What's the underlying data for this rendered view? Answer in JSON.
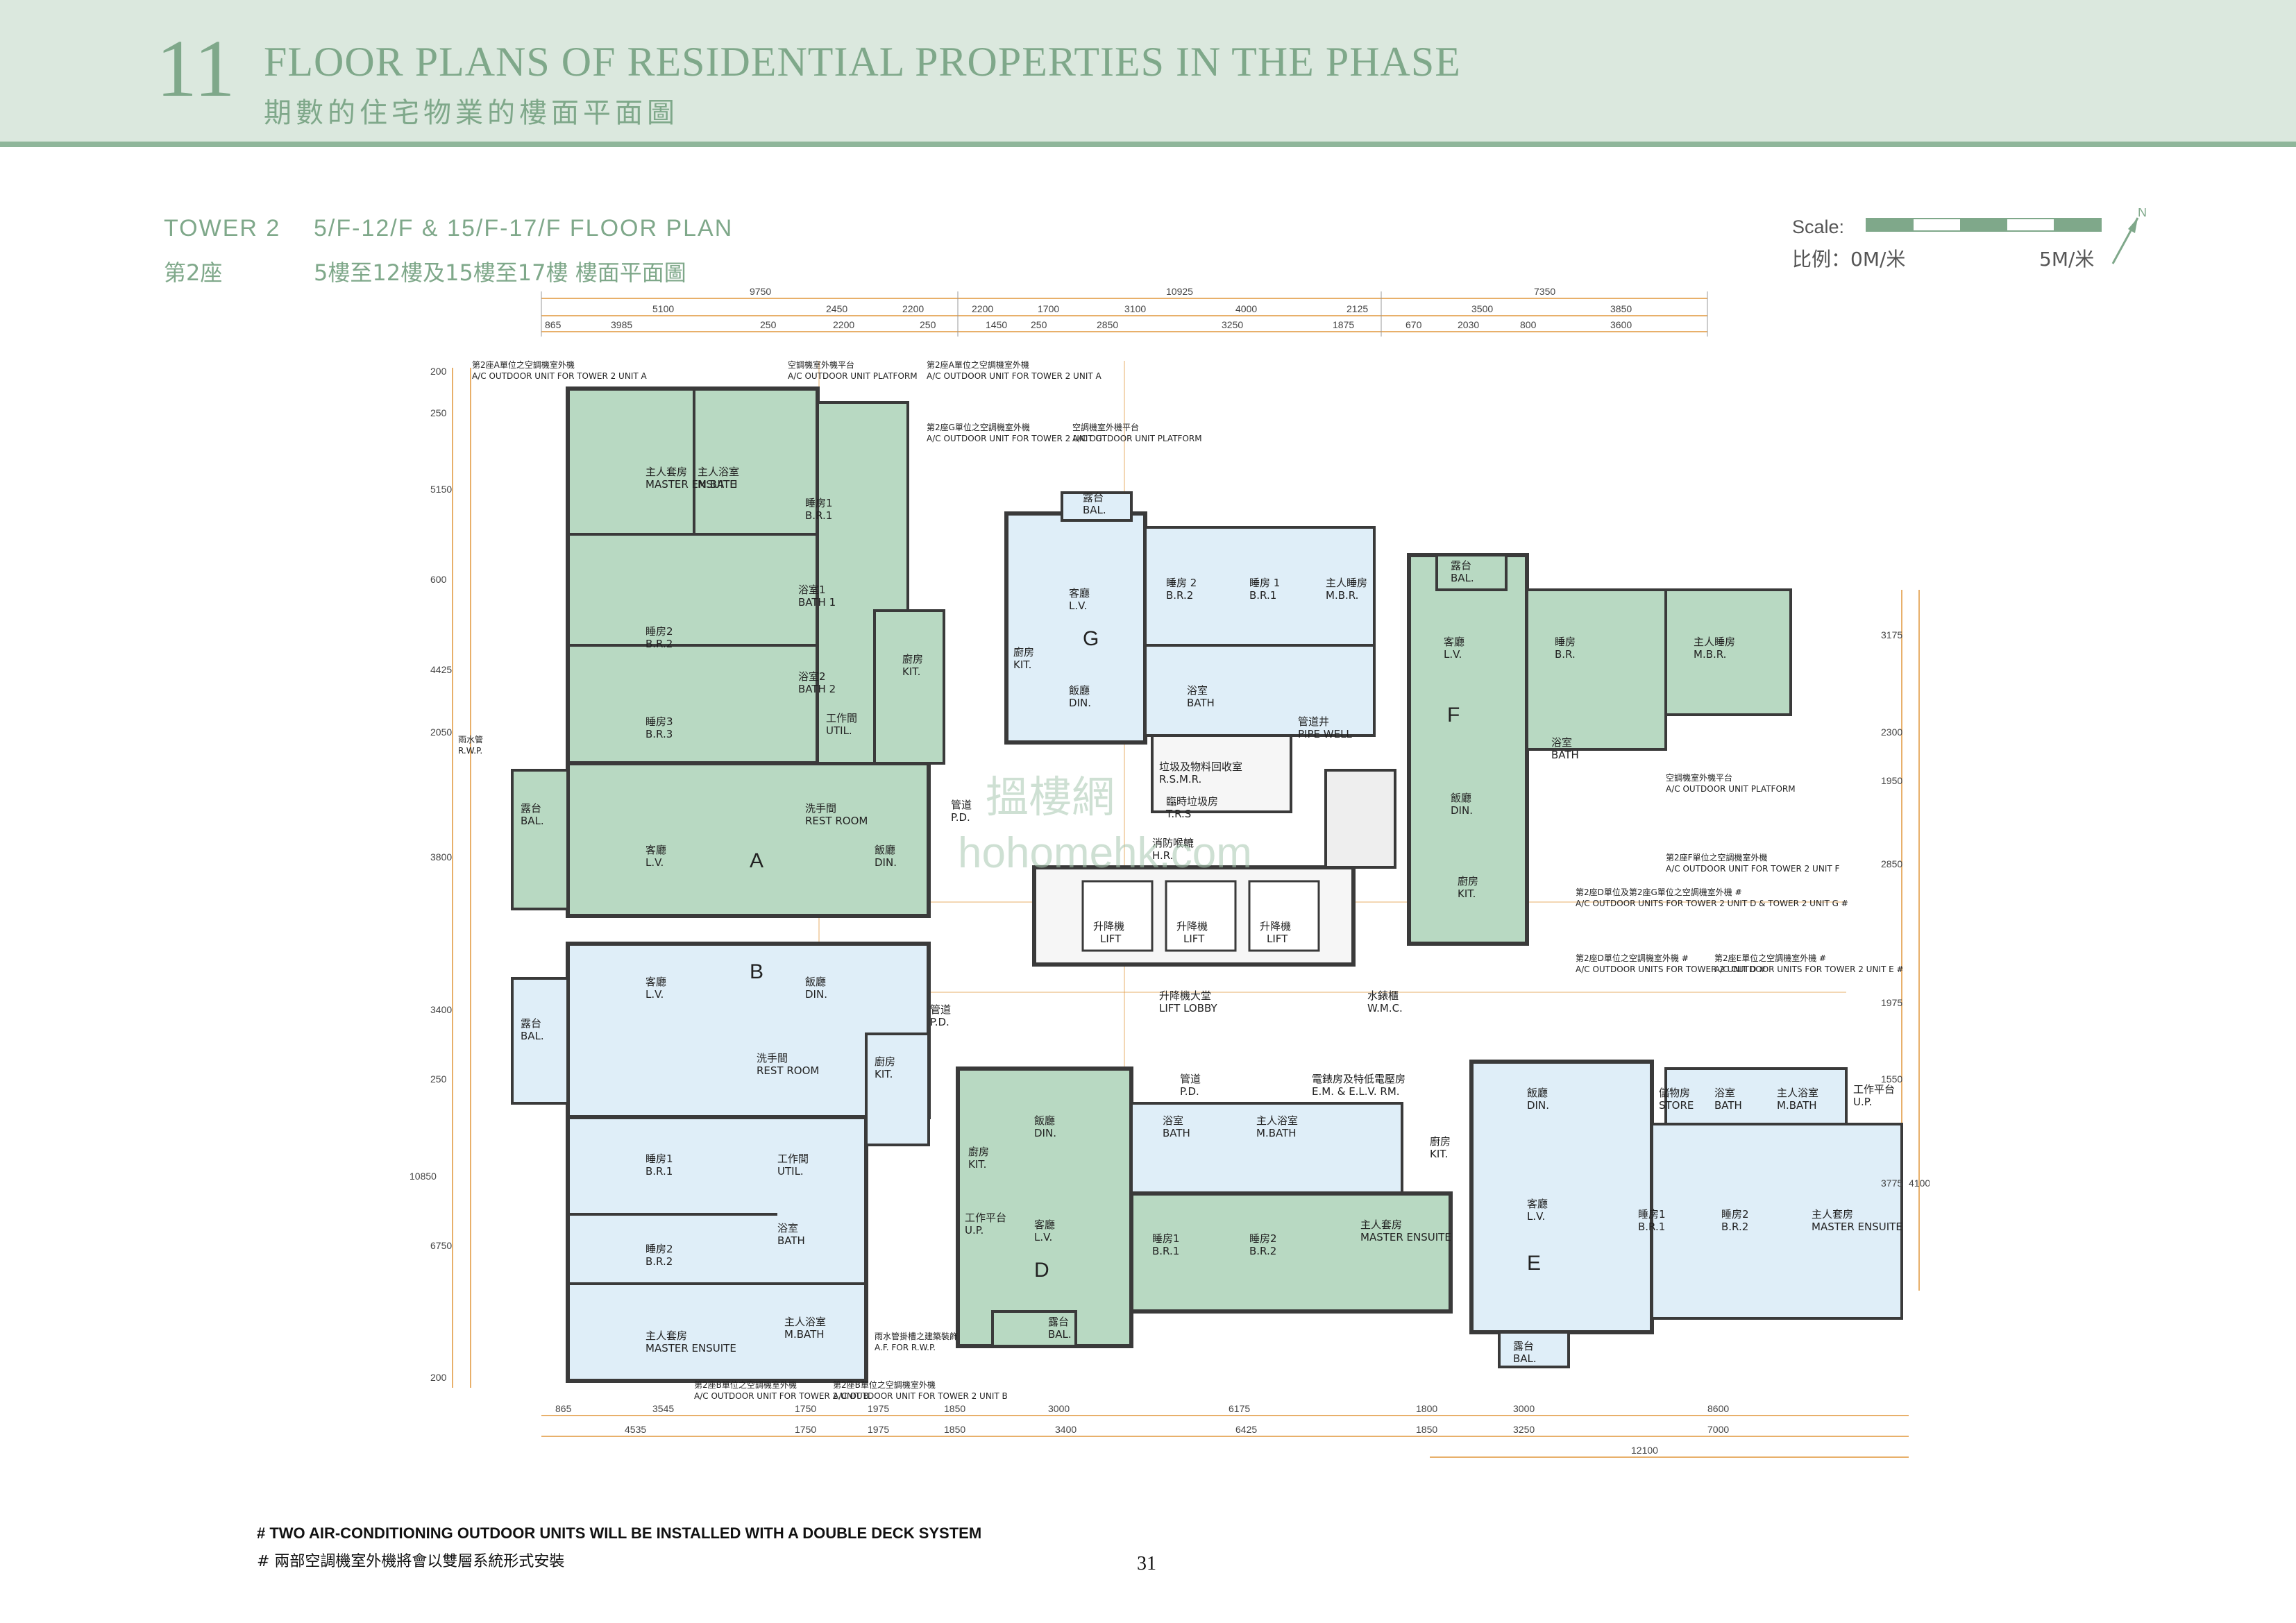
{
  "header": {
    "section_number": "11",
    "title_en": "FLOOR PLANS OF RESIDENTIAL PROPERTIES IN THE PHASE",
    "title_zh": "期數的住宅物業的樓面平面圖"
  },
  "plan": {
    "tower_en": "TOWER 2",
    "name_en": "5/F-12/F & 15/F-17/F FLOOR PLAN",
    "tower_zh": "第2座",
    "name_zh": "5樓至12樓及15樓至17樓 樓面平面圖"
  },
  "scale": {
    "label": "Scale:",
    "zero_label": "比例：0M/米",
    "end_label": "5M/米"
  },
  "north": "N",
  "units": [
    "A",
    "B",
    "D",
    "E",
    "F",
    "G"
  ],
  "top_dims_row1": [
    "9750",
    "10925",
    "7350"
  ],
  "top_dims_row2": [
    "5100",
    "2450",
    "2200",
    "2200",
    "1700",
    "3100",
    "4000",
    "2125",
    "3500",
    "3850"
  ],
  "top_dims_row3": [
    "865",
    "3985",
    "250",
    "2200",
    "250",
    "1450",
    "250",
    "2850",
    "3250",
    "1875",
    "670",
    "2030",
    "800",
    "3600"
  ],
  "bottom_dims_row1": [
    "865",
    "3545",
    "1750",
    "1975",
    "1850",
    "3000",
    "6175",
    "1800",
    "3000",
    "8600"
  ],
  "bottom_dims_row2": [
    "4535",
    "1750",
    "1975",
    "1850",
    "3400",
    "6425",
    "1850",
    "3250",
    "7000"
  ],
  "bottom_dims_row3": [
    "12100"
  ],
  "left_dims": [
    "200",
    "250",
    "5150",
    "600",
    "4425",
    "2050",
    "3800",
    "3400",
    "250",
    "10850",
    "6750",
    "200"
  ],
  "right_dims": [
    "3175",
    "2300",
    "1950",
    "2850",
    "1975",
    "1550",
    "3775",
    "4100"
  ],
  "rooms": {
    "a_master": "主人套房",
    "a_master_en": "MASTER ENSUITE",
    "a_mbath": "主人浴室",
    "a_mbath_en": "M.BATH",
    "a_br1": "睡房1",
    "a_br1_en": "B.R.1",
    "a_br2": "睡房2",
    "a_br2_en": "B.R.2",
    "a_br3": "睡房3",
    "a_br3_en": "B.R.3",
    "a_bath1": "浴室1",
    "a_bath1_en": "BATH 1",
    "a_bath2": "浴室2",
    "a_bath2_en": "BATH 2",
    "a_kit": "廚房",
    "a_kit_en": "KIT.",
    "a_util": "工作間",
    "a_util_en": "UTIL.",
    "a_liv": "客廳",
    "a_liv_en": "L.V.",
    "a_din": "飯廳",
    "a_din_en": "DIN.",
    "a_rest": "洗手間",
    "a_rest_en": "REST ROOM",
    "a_bal": "露台",
    "a_bal_en": "BAL.",
    "b_liv": "客廳",
    "b_liv_en": "L.V.",
    "b_din": "飯廳",
    "b_din_en": "DIN.",
    "b_rest": "洗手間",
    "b_rest_en": "REST ROOM",
    "b_kit": "廚房",
    "b_kit_en": "KIT.",
    "b_br1": "睡房1",
    "b_br1_en": "B.R.1",
    "b_br2": "睡房2",
    "b_br2_en": "B.R.2",
    "b_util": "工作間",
    "b_util_en": "UTIL.",
    "b_bath": "浴室",
    "b_bath_en": "BATH",
    "b_master": "主人套房",
    "b_master_en": "MASTER ENSUITE",
    "b_mbath": "主人浴室",
    "b_mbath_en": "M.BATH",
    "b_bal": "露台",
    "b_bal_en": "BAL.",
    "g_liv": "客廳",
    "g_liv_en": "L.V.",
    "g_din": "飯廳",
    "g_din_en": "DIN.",
    "g_kit": "廚房",
    "g_kit_en": "KIT.",
    "g_br2": "睡房 2",
    "g_br2_en": "B.R.2",
    "g_br1": "睡房 1",
    "g_br1_en": "B.R.1",
    "g_mbr": "主人睡房",
    "g_mbr_en": "M.B.R.",
    "g_bath": "浴室",
    "g_bath_en": "BATH",
    "g_bal": "露台",
    "g_bal_en": "BAL.",
    "f_liv": "客廳",
    "f_liv_en": "L.V.",
    "f_din": "飯廳",
    "f_din_en": "DIN.",
    "f_kit": "廚房",
    "f_kit_en": "KIT.",
    "f_br": "睡房",
    "f_br_en": "B.R.",
    "f_mbr": "主人睡房",
    "f_mbr_en": "M.B.R.",
    "f_bath": "浴室",
    "f_bath_en": "BATH",
    "f_bal": "露台",
    "f_bal_en": "BAL.",
    "d_din": "飯廳",
    "d_din_en": "DIN.",
    "d_liv": "客廳",
    "d_liv_en": "L.V.",
    "d_kit": "廚房",
    "d_kit_en": "KIT.",
    "d_bath": "浴室",
    "d_bath_en": "BATH",
    "d_mbath": "主人浴室",
    "d_mbath_en": "M.BATH",
    "d_br1": "睡房1",
    "d_br1_en": "B.R.1",
    "d_br2": "睡房2",
    "d_br2_en": "B.R.2",
    "d_master": "主人套房",
    "d_master_en": "MASTER ENSUITE",
    "d_up": "工作平台",
    "d_up_en": "U.P.",
    "d_bal": "露台",
    "d_bal_en": "BAL.",
    "e_din": "飯廳",
    "e_din_en": "DIN.",
    "e_liv": "客廳",
    "e_liv_en": "L.V.",
    "e_kit": "廚房",
    "e_kit_en": "KIT.",
    "e_store": "儲物房",
    "e_store_en": "STORE",
    "e_bath": "浴室",
    "e_bath_en": "BATH",
    "e_mbath": "主人浴室",
    "e_mbath_en": "M.BATH",
    "e_up": "工作平台",
    "e_up_en": "U.P.",
    "e_br1": "睡房1",
    "e_br1_en": "B.R.1",
    "e_br2": "睡房2",
    "e_br2_en": "B.R.2",
    "e_master": "主人套房",
    "e_master_en": "MASTER ENSUITE",
    "e_bal": "露台",
    "e_bal_en": "BAL.",
    "lift1": "升降機",
    "lift1_en": "LIFT",
    "lift2": "升降機",
    "lift2_en": "LIFT",
    "lift3": "升降機",
    "lift3_en": "LIFT",
    "lobby": "升降機大堂",
    "lobby_en": "LIFT LOBBY",
    "wmc": "水錶櫃",
    "wmc_en": "W.M.C.",
    "pipe_well": "管道井",
    "pipe_well_en": "PIPE WELL",
    "trs": "臨時垃圾房",
    "trs_en": "T.R.S",
    "rsmr": "垃圾及物料回收室",
    "rsmr_en": "R.S.M.R.",
    "hr": "消防喉轆",
    "hr_en": "H.R.",
    "pd1": "管道",
    "pd1_en": "P.D.",
    "pd2": "管道",
    "pd2_en": "P.D.",
    "pd3": "管道",
    "pd3_en": "P.D.",
    "emelv": "電錶房及特低電壓房",
    "emelv_en": "E.M. & E.L.V. RM."
  },
  "notes": {
    "n1": "第2座A單位之空調機室外機",
    "n1_en": "A/C OUTDOOR UNIT FOR TOWER 2 UNIT A",
    "n2": "空調機室外機平台",
    "n2_en": "A/C OUTDOOR UNIT PLATFORM",
    "n3": "第2座A單位之空調機室外機",
    "n3_en": "A/C OUTDOOR UNIT FOR TOWER 2 UNIT A",
    "n4": "第2座G單位之空調機室外機",
    "n4_en": "A/C OUTDOOR UNIT FOR TOWER 2 UNIT G",
    "n5": "空調機室外機平台",
    "n5_en": "A/C OUTDOOR UNIT PLATFORM",
    "n6": "雨水管",
    "n6_en": "R.W.P.",
    "n7": "空調機室外機平台",
    "n7_en": "A/C OUTDOOR UNIT PLATFORM",
    "n8": "第2座F單位之空調機室外機",
    "n8_en": "A/C OUTDOOR UNIT FOR TOWER 2 UNIT F",
    "n9": "第2座D單位及第2座G單位之空調機室外機 #",
    "n9_en": "A/C OUTDOOR UNITS FOR TOWER 2 UNIT D & TOWER 2 UNIT G #",
    "n10": "第2座B單位之空調機室外機",
    "n10_en": "A/C OUTDOOR UNIT FOR TOWER 2 UNIT B",
    "n11": "第2座B單位之空調機室外機",
    "n11_en": "A/C OUTDOOR UNIT FOR TOWER 2 UNIT B",
    "n12": "雨水管掛槽之建築裝飾",
    "n12_en": "A.F. FOR R.W.P.",
    "n13": "第2座E單位之空調機室外機 #",
    "n13_en": "A/C OUTDOOR UNITS FOR TOWER 2 UNIT E #",
    "n14": "第2座D單位之空調機室外機 #",
    "n14_en": "A/C OUTDOOR UNITS FOR TOWER 2 UNIT D #"
  },
  "watermark": {
    "zh": "搵樓網",
    "url": "hohomehk.com"
  },
  "footnote": {
    "en": "# TWO AIR-CONDITIONING OUTDOOR UNITS WILL BE INSTALLED WITH A DOUBLE DECK SYSTEM",
    "zh": "# 兩部空調機室外機將會以雙層系統形式安裝"
  },
  "page_number": "31",
  "colors": {
    "header_bg": "#dbe8de",
    "accent": "#7fa88a",
    "room_fill": "#b8d9c2",
    "room_fill_light": "#dfeef8",
    "wall": "#3a3a3a",
    "dim_line": "#e0963a"
  }
}
